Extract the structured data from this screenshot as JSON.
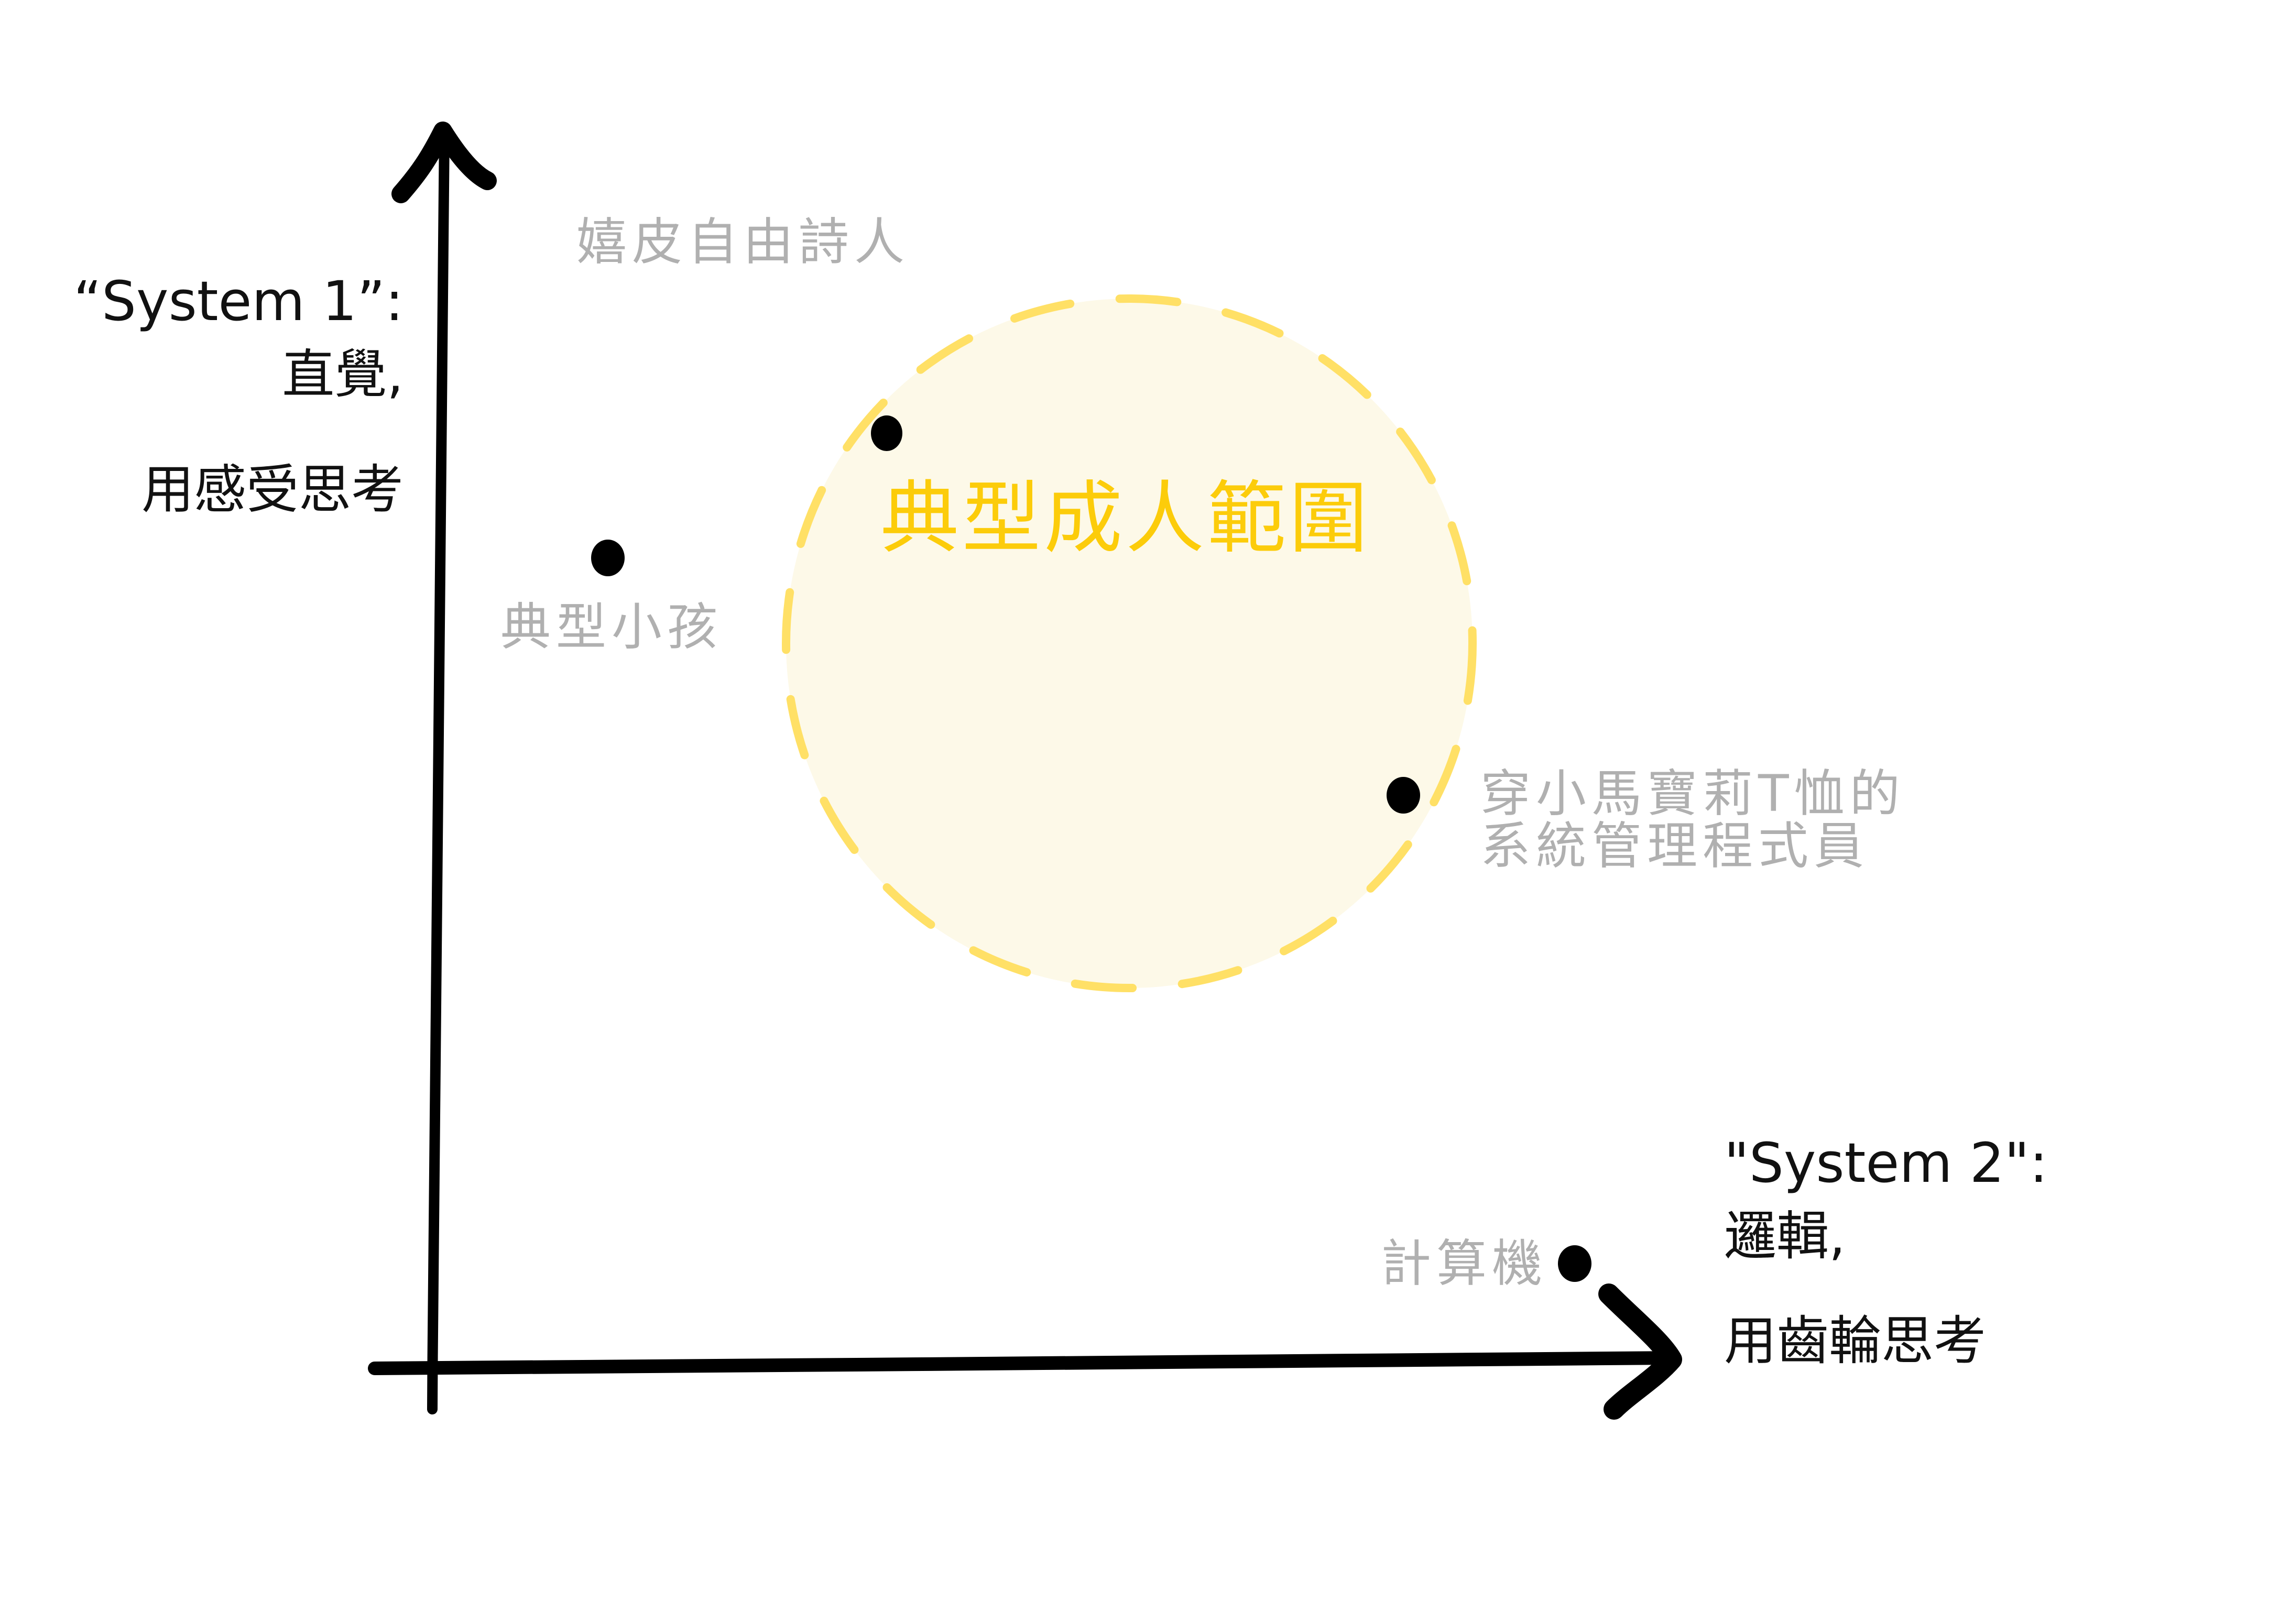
{
  "chart_data": {
    "type": "scatter",
    "title": "",
    "xlabel": "\"System 2\": 邏輯, 用齒輪思考",
    "ylabel": "“System 1”: 直覺, 用感受思考",
    "grid": false,
    "points": [
      {
        "label": "嬉皮自由詩人",
        "x": null,
        "y": null,
        "note": "label only, top-left, no dot"
      },
      {
        "label": "典型小孩",
        "x": 0.17,
        "y": 0.68
      },
      {
        "label": "典型成人範圍 (point)",
        "x": 0.39,
        "y": 0.78
      },
      {
        "label": "穿小馬寶莉T恤的系統管理程式員",
        "x": 0.77,
        "y": 0.46
      },
      {
        "label": "計算機",
        "x": 0.9,
        "y": 0.09
      }
    ],
    "regions": [
      {
        "label": "典型成人範圍",
        "shape": "circle",
        "cx": 0.54,
        "cy": 0.59,
        "r": 0.27,
        "fill": "#fdf9e8",
        "stroke": "#ffe066",
        "dashed": true
      }
    ]
  },
  "y_axis": {
    "lines": [
      "“System 1”:",
      "直覺,",
      "用感受思考"
    ]
  },
  "x_axis": {
    "lines": [
      "\"System 2\":",
      "邏輯,",
      "用齒輪思考"
    ]
  },
  "points": {
    "hippie": {
      "label": "嬉皮自由詩人"
    },
    "child": {
      "label": "典型小孩"
    },
    "sysadmin": {
      "line1": "穿小馬寶莉T恤的",
      "line2": "系統管理程式員"
    },
    "calculator": {
      "label": "計算機"
    }
  },
  "region": {
    "label": "典型成人範圍"
  },
  "colors": {
    "axis": "#000000",
    "dot": "#000000",
    "point_label": "#b0b0b0",
    "region_label": "#fccc0a",
    "region_fill": "#fdf9e8",
    "region_stroke": "#ffe066"
  }
}
